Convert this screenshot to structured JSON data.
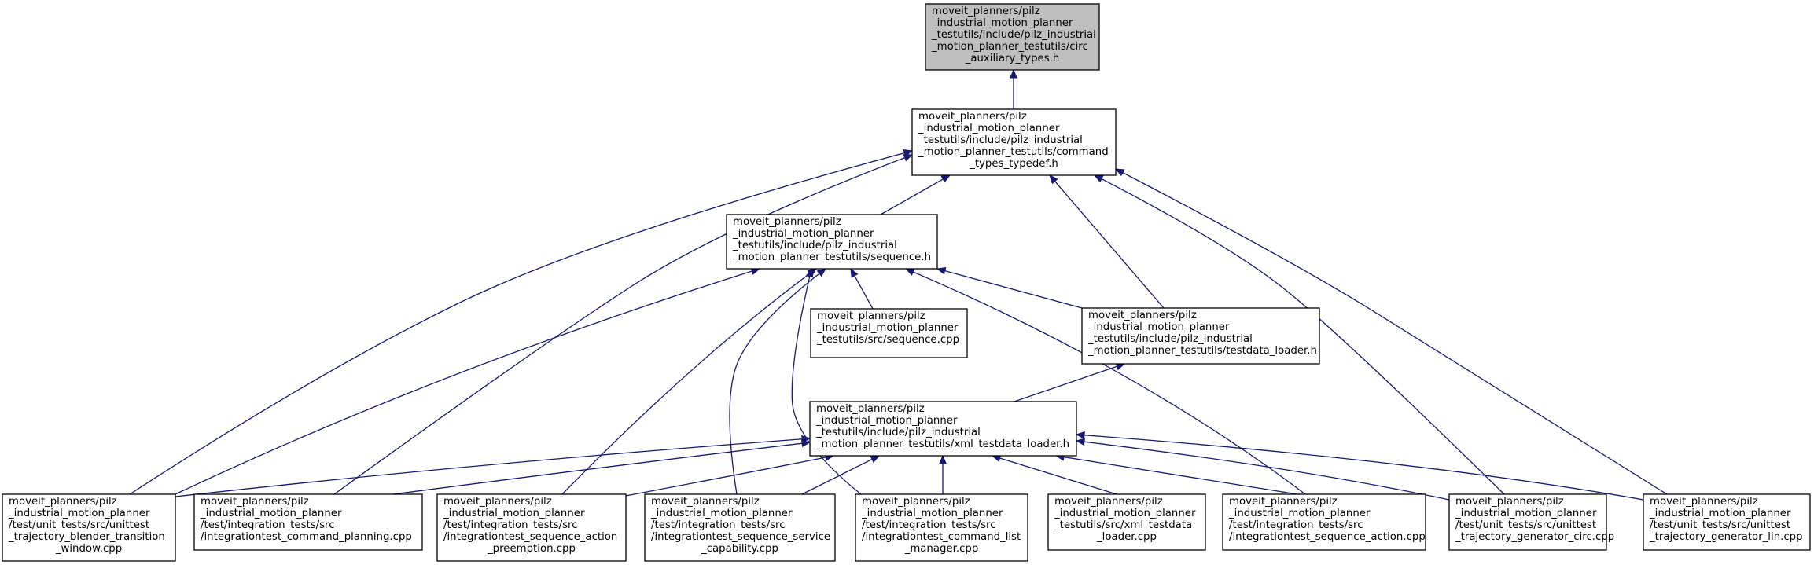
{
  "graph": {
    "nodes": {
      "circ_auxiliary_types_h": {
        "lines": [
          "moveit_planners/pilz",
          "_industrial_motion_planner",
          "_testutils/include/pilz_industrial",
          "_motion_planner_testutils/circ",
          "_auxiliary_types.h"
        ],
        "align": [
          "left",
          "left",
          "left",
          "left",
          "center"
        ],
        "highlight": true
      },
      "command_types_typedef_h": {
        "lines": [
          "moveit_planners/pilz",
          "_industrial_motion_planner",
          "_testutils/include/pilz_industrial",
          "_motion_planner_testutils/command",
          "_types_typedef.h"
        ],
        "align": [
          "left",
          "left",
          "left",
          "left",
          "center"
        ]
      },
      "sequence_h": {
        "lines": [
          "moveit_planners/pilz",
          "_industrial_motion_planner",
          "_testutils/include/pilz_industrial",
          "_motion_planner_testutils/sequence.h"
        ],
        "align": [
          "left",
          "left",
          "left",
          "left"
        ]
      },
      "sequence_cpp": {
        "lines": [
          "moveit_planners/pilz",
          "_industrial_motion_planner",
          "_testutils/src/sequence.cpp"
        ],
        "align": [
          "left",
          "left",
          "left"
        ]
      },
      "testdata_loader_h": {
        "lines": [
          "moveit_planners/pilz",
          "_industrial_motion_planner",
          "_testutils/include/pilz_industrial",
          "_motion_planner_testutils/testdata_loader.h"
        ],
        "align": [
          "left",
          "left",
          "left",
          "left"
        ]
      },
      "xml_testdata_loader_h": {
        "lines": [
          "moveit_planners/pilz",
          "_industrial_motion_planner",
          "_testutils/include/pilz_industrial",
          "_motion_planner_testutils/xml_testdata_loader.h"
        ],
        "align": [
          "left",
          "left",
          "left",
          "left"
        ]
      },
      "unittest_trajectory_blender_transition_window_cpp": {
        "lines": [
          "moveit_planners/pilz",
          "_industrial_motion_planner",
          "/test/unit_tests/src/unittest",
          "_trajectory_blender_transition",
          "_window.cpp"
        ],
        "align": [
          "left",
          "left",
          "left",
          "left",
          "center"
        ]
      },
      "integrationtest_command_planning_cpp": {
        "lines": [
          "moveit_planners/pilz",
          "_industrial_motion_planner",
          "/test/integration_tests/src",
          "/integrationtest_command_planning.cpp"
        ],
        "align": [
          "left",
          "left",
          "left",
          "left"
        ]
      },
      "integrationtest_sequence_action_preemption_cpp": {
        "lines": [
          "moveit_planners/pilz",
          "_industrial_motion_planner",
          "/test/integration_tests/src",
          "/integrationtest_sequence_action",
          "_preemption.cpp"
        ],
        "align": [
          "left",
          "left",
          "left",
          "left",
          "center"
        ]
      },
      "integrationtest_sequence_service_capability_cpp": {
        "lines": [
          "moveit_planners/pilz",
          "_industrial_motion_planner",
          "/test/integration_tests/src",
          "/integrationtest_sequence_service",
          "_capability.cpp"
        ],
        "align": [
          "left",
          "left",
          "left",
          "left",
          "center"
        ]
      },
      "integrationtest_command_list_manager_cpp": {
        "lines": [
          "moveit_planners/pilz",
          "_industrial_motion_planner",
          "/test/integration_tests/src",
          "/integrationtest_command_list",
          "_manager.cpp"
        ],
        "align": [
          "left",
          "left",
          "left",
          "left",
          "center"
        ]
      },
      "xml_testdata_loader_cpp": {
        "lines": [
          "moveit_planners/pilz",
          "_industrial_motion_planner",
          "_testutils/src/xml_testdata",
          "_loader.cpp"
        ],
        "align": [
          "left",
          "left",
          "left",
          "center"
        ]
      },
      "integrationtest_sequence_action_cpp": {
        "lines": [
          "moveit_planners/pilz",
          "_industrial_motion_planner",
          "/test/integration_tests/src",
          "/integrationtest_sequence_action.cpp"
        ],
        "align": [
          "left",
          "left",
          "left",
          "left"
        ]
      },
      "unittest_trajectory_generator_circ_cpp": {
        "lines": [
          "moveit_planners/pilz",
          "_industrial_motion_planner",
          "/test/unit_tests/src/unittest",
          "_trajectory_generator_circ.cpp"
        ],
        "align": [
          "left",
          "left",
          "left",
          "left"
        ]
      },
      "unittest_trajectory_generator_lin_cpp": {
        "lines": [
          "moveit_planners/pilz",
          "_industrial_motion_planner",
          "/test/unit_tests/src/unittest",
          "_trajectory_generator_lin.cpp"
        ],
        "align": [
          "left",
          "left",
          "left",
          "left"
        ]
      }
    },
    "edges": [
      {
        "from": "command_types_typedef_h",
        "to": "circ_auxiliary_types_h"
      },
      {
        "from": "sequence_h",
        "to": "command_types_typedef_h"
      },
      {
        "from": "testdata_loader_h",
        "to": "command_types_typedef_h"
      },
      {
        "from": "unittest_trajectory_blender_transition_window_cpp",
        "to": "command_types_typedef_h"
      },
      {
        "from": "integrationtest_command_planning_cpp",
        "to": "command_types_typedef_h"
      },
      {
        "from": "unittest_trajectory_generator_circ_cpp",
        "to": "command_types_typedef_h"
      },
      {
        "from": "unittest_trajectory_generator_lin_cpp",
        "to": "command_types_typedef_h"
      },
      {
        "from": "sequence_cpp",
        "to": "sequence_h"
      },
      {
        "from": "testdata_loader_h",
        "to": "sequence_h"
      },
      {
        "from": "unittest_trajectory_blender_transition_window_cpp",
        "to": "sequence_h"
      },
      {
        "from": "integrationtest_sequence_action_preemption_cpp",
        "to": "sequence_h"
      },
      {
        "from": "integrationtest_sequence_service_capability_cpp",
        "to": "sequence_h"
      },
      {
        "from": "integrationtest_command_list_manager_cpp",
        "to": "sequence_h"
      },
      {
        "from": "integrationtest_sequence_action_cpp",
        "to": "sequence_h"
      },
      {
        "from": "xml_testdata_loader_h",
        "to": "testdata_loader_h"
      },
      {
        "from": "unittest_trajectory_blender_transition_window_cpp",
        "to": "xml_testdata_loader_h"
      },
      {
        "from": "integrationtest_command_planning_cpp",
        "to": "xml_testdata_loader_h"
      },
      {
        "from": "integrationtest_sequence_action_preemption_cpp",
        "to": "xml_testdata_loader_h"
      },
      {
        "from": "integrationtest_sequence_service_capability_cpp",
        "to": "xml_testdata_loader_h"
      },
      {
        "from": "integrationtest_command_list_manager_cpp",
        "to": "xml_testdata_loader_h"
      },
      {
        "from": "xml_testdata_loader_cpp",
        "to": "xml_testdata_loader_h"
      },
      {
        "from": "integrationtest_sequence_action_cpp",
        "to": "xml_testdata_loader_h"
      },
      {
        "from": "unittest_trajectory_generator_circ_cpp",
        "to": "xml_testdata_loader_h"
      },
      {
        "from": "unittest_trajectory_generator_lin_cpp",
        "to": "xml_testdata_loader_h"
      }
    ],
    "colors": {
      "edge": "#191970",
      "node_border": "#000000",
      "node_fill": "#ffffff",
      "highlight_fill": "#bfbfbf"
    }
  }
}
